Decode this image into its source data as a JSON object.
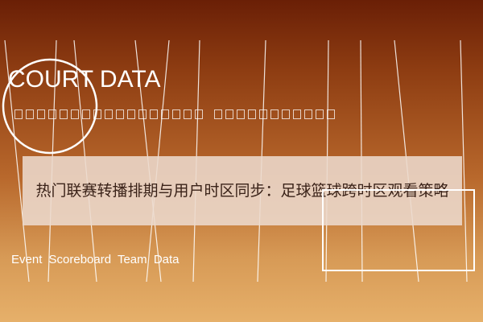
{
  "brand": {
    "name": "COURT DATA"
  },
  "banner": {
    "title": "热门联赛转播排期与用户时区同步：足球篮球跨时区观看策略"
  },
  "tagline": "Event Scoreboard Team Data",
  "placeholder_row": {
    "group1_count": 17,
    "group2_count": 11
  },
  "colors": {
    "background_top": "#6a1f06",
    "background_bottom": "#e6b06a",
    "banner_bg": "#ecdacd",
    "line": "#ffffff"
  }
}
